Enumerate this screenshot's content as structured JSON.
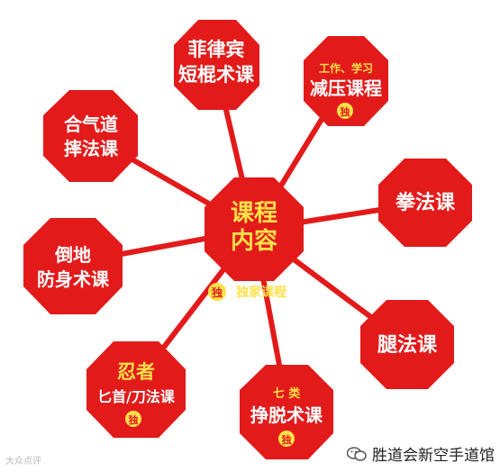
{
  "center": {
    "title": [
      "课程",
      "内容"
    ],
    "badge": "独",
    "badge_label": "独家课程"
  },
  "nodes": [
    {
      "id": "philippine-stick",
      "lines": [
        "菲律宾",
        "短棍术课"
      ]
    },
    {
      "id": "stress-relief",
      "small": "工作、学习",
      "lines": [
        "减压课程"
      ],
      "badge": "独"
    },
    {
      "id": "punch",
      "lines": [
        "拳法课"
      ]
    },
    {
      "id": "kick",
      "lines": [
        "腿法课"
      ]
    },
    {
      "id": "escape",
      "small": "七 类",
      "lines": [
        "挣脱术课"
      ],
      "badge": "独"
    },
    {
      "id": "ninja",
      "lines_yellow": [
        "忍者"
      ],
      "lines": [
        "匕首/刀法课"
      ],
      "badge": "独"
    },
    {
      "id": "ground",
      "lines": [
        "倒地",
        "防身术课"
      ]
    },
    {
      "id": "aikido",
      "lines": [
        "合气道",
        "摔法课"
      ]
    }
  ],
  "watermark": "大众点评",
  "brand": "胜道会新空手道馆",
  "colors": {
    "red": "#e31a1a",
    "yellow": "#ffe14a",
    "white": "#ffffff"
  }
}
